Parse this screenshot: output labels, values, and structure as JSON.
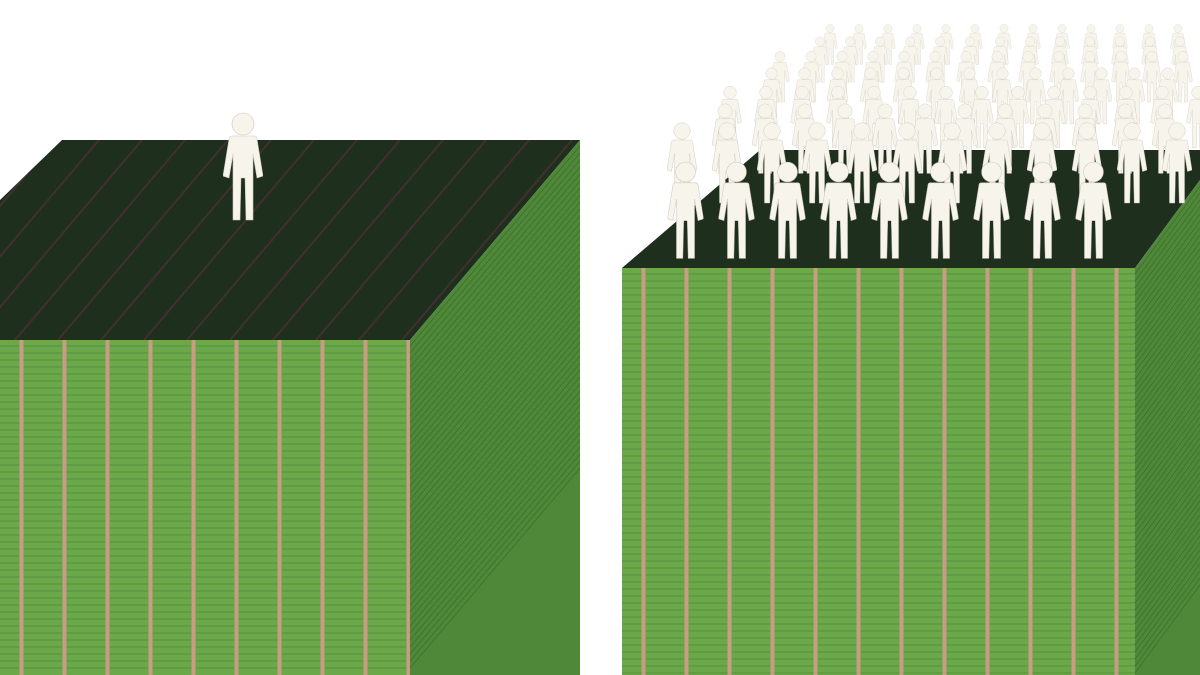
{
  "colors": {
    "background": "#ffffff",
    "top_face": "#1f2f1d",
    "top_face_stripe": "#4a3136",
    "front_face": "#6aa84a",
    "front_face_edge": "#3f6b2c",
    "band": "#d39b8a",
    "side_face": "#4f8838",
    "side_face_line": "#2f5a22",
    "person": "#f7f4ec",
    "person_outline": "#ccc8bc"
  },
  "icons": {
    "person": "person-icon"
  },
  "stacks": [
    {
      "name": "left-money-cube",
      "people_count": 1
    },
    {
      "name": "right-money-cube",
      "people_count": 130
    }
  ]
}
